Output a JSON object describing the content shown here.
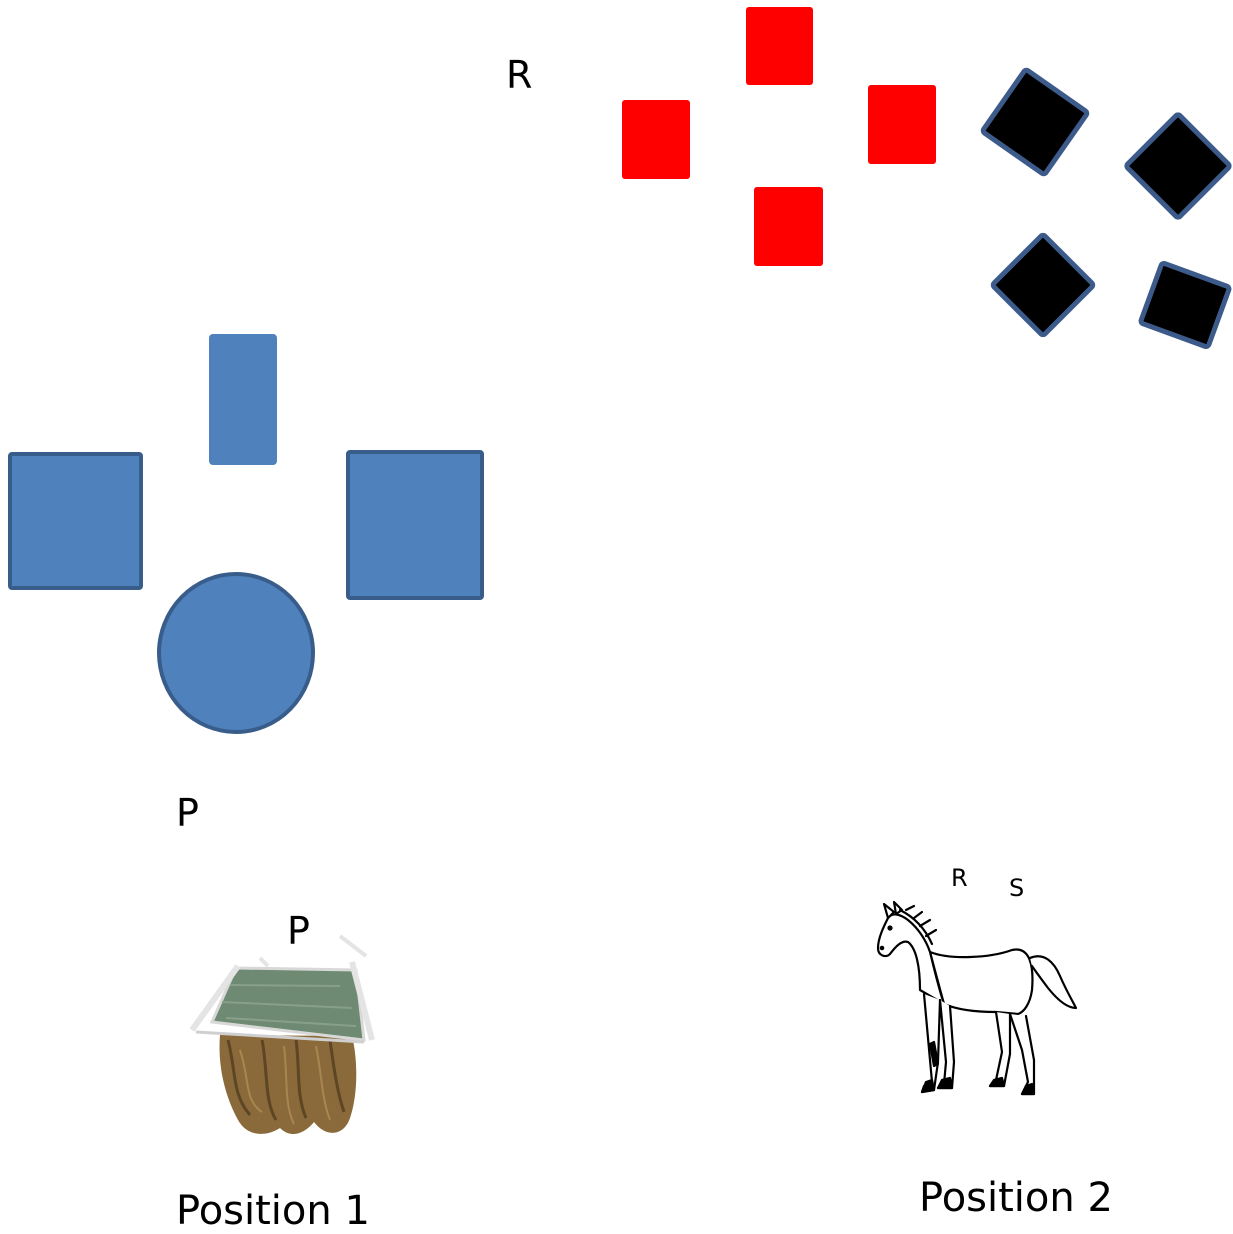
{
  "labels": {
    "r_top": "R",
    "p_middle": "P",
    "p_haynet": "P",
    "r_horse": "R",
    "s_horse": "S",
    "position_1": "Position 1",
    "position_2": "Position 2"
  },
  "colors": {
    "red_shapes": "#ff0000",
    "black_shapes": "#000000",
    "black_shape_border": "#3d5b8a",
    "blue_fill": "#4f81bd",
    "blue_border": "#385d8a",
    "hay": "#8a6a3a",
    "haynet_cover": "#6f8a72"
  },
  "icons": {
    "haynet": "haynet-image",
    "horse": "horse-drawing"
  }
}
